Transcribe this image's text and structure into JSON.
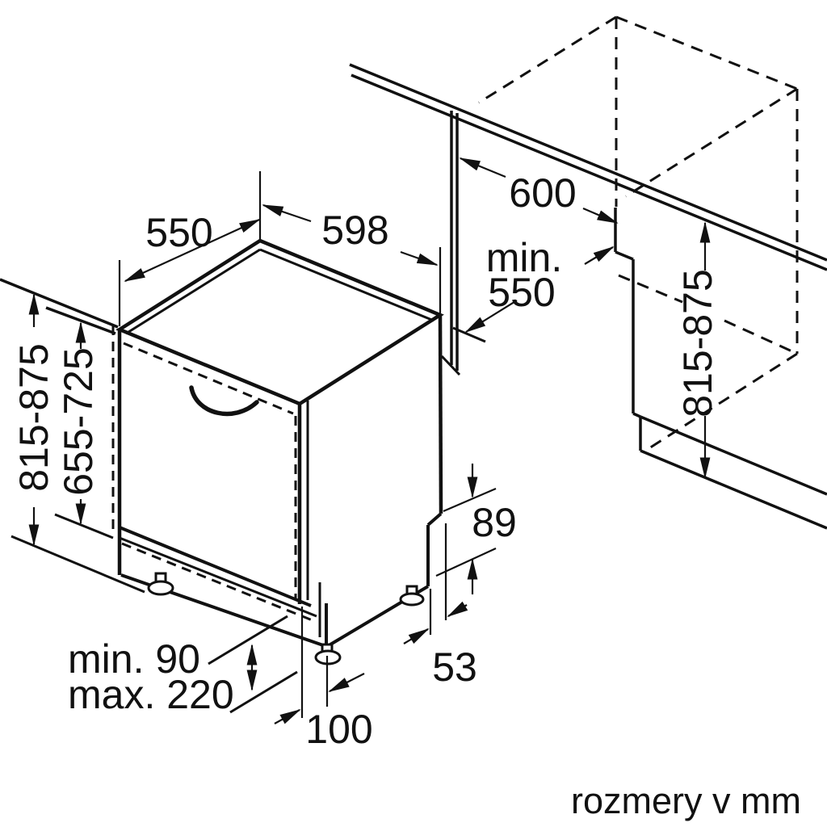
{
  "diagram": {
    "type": "appliance-installation-dimension-drawing",
    "subject": "built-in dishwasher niche dimensions",
    "colors": {
      "background": "#ffffff",
      "lines": "#111111"
    },
    "units_caption": "rozmery v mm",
    "labels": {
      "top_depth": "550",
      "top_width": "598",
      "niche_width": "600",
      "niche_depth_line1": "min.",
      "niche_depth_line2": "550",
      "height_right": "815-875",
      "height_left": "815-875",
      "niche_height": "655-725",
      "base_step_height": "89",
      "base_step_offset": "53",
      "plinth_min": "min. 90",
      "plinth_max": "max. 220",
      "plinth_depth": "100"
    }
  }
}
